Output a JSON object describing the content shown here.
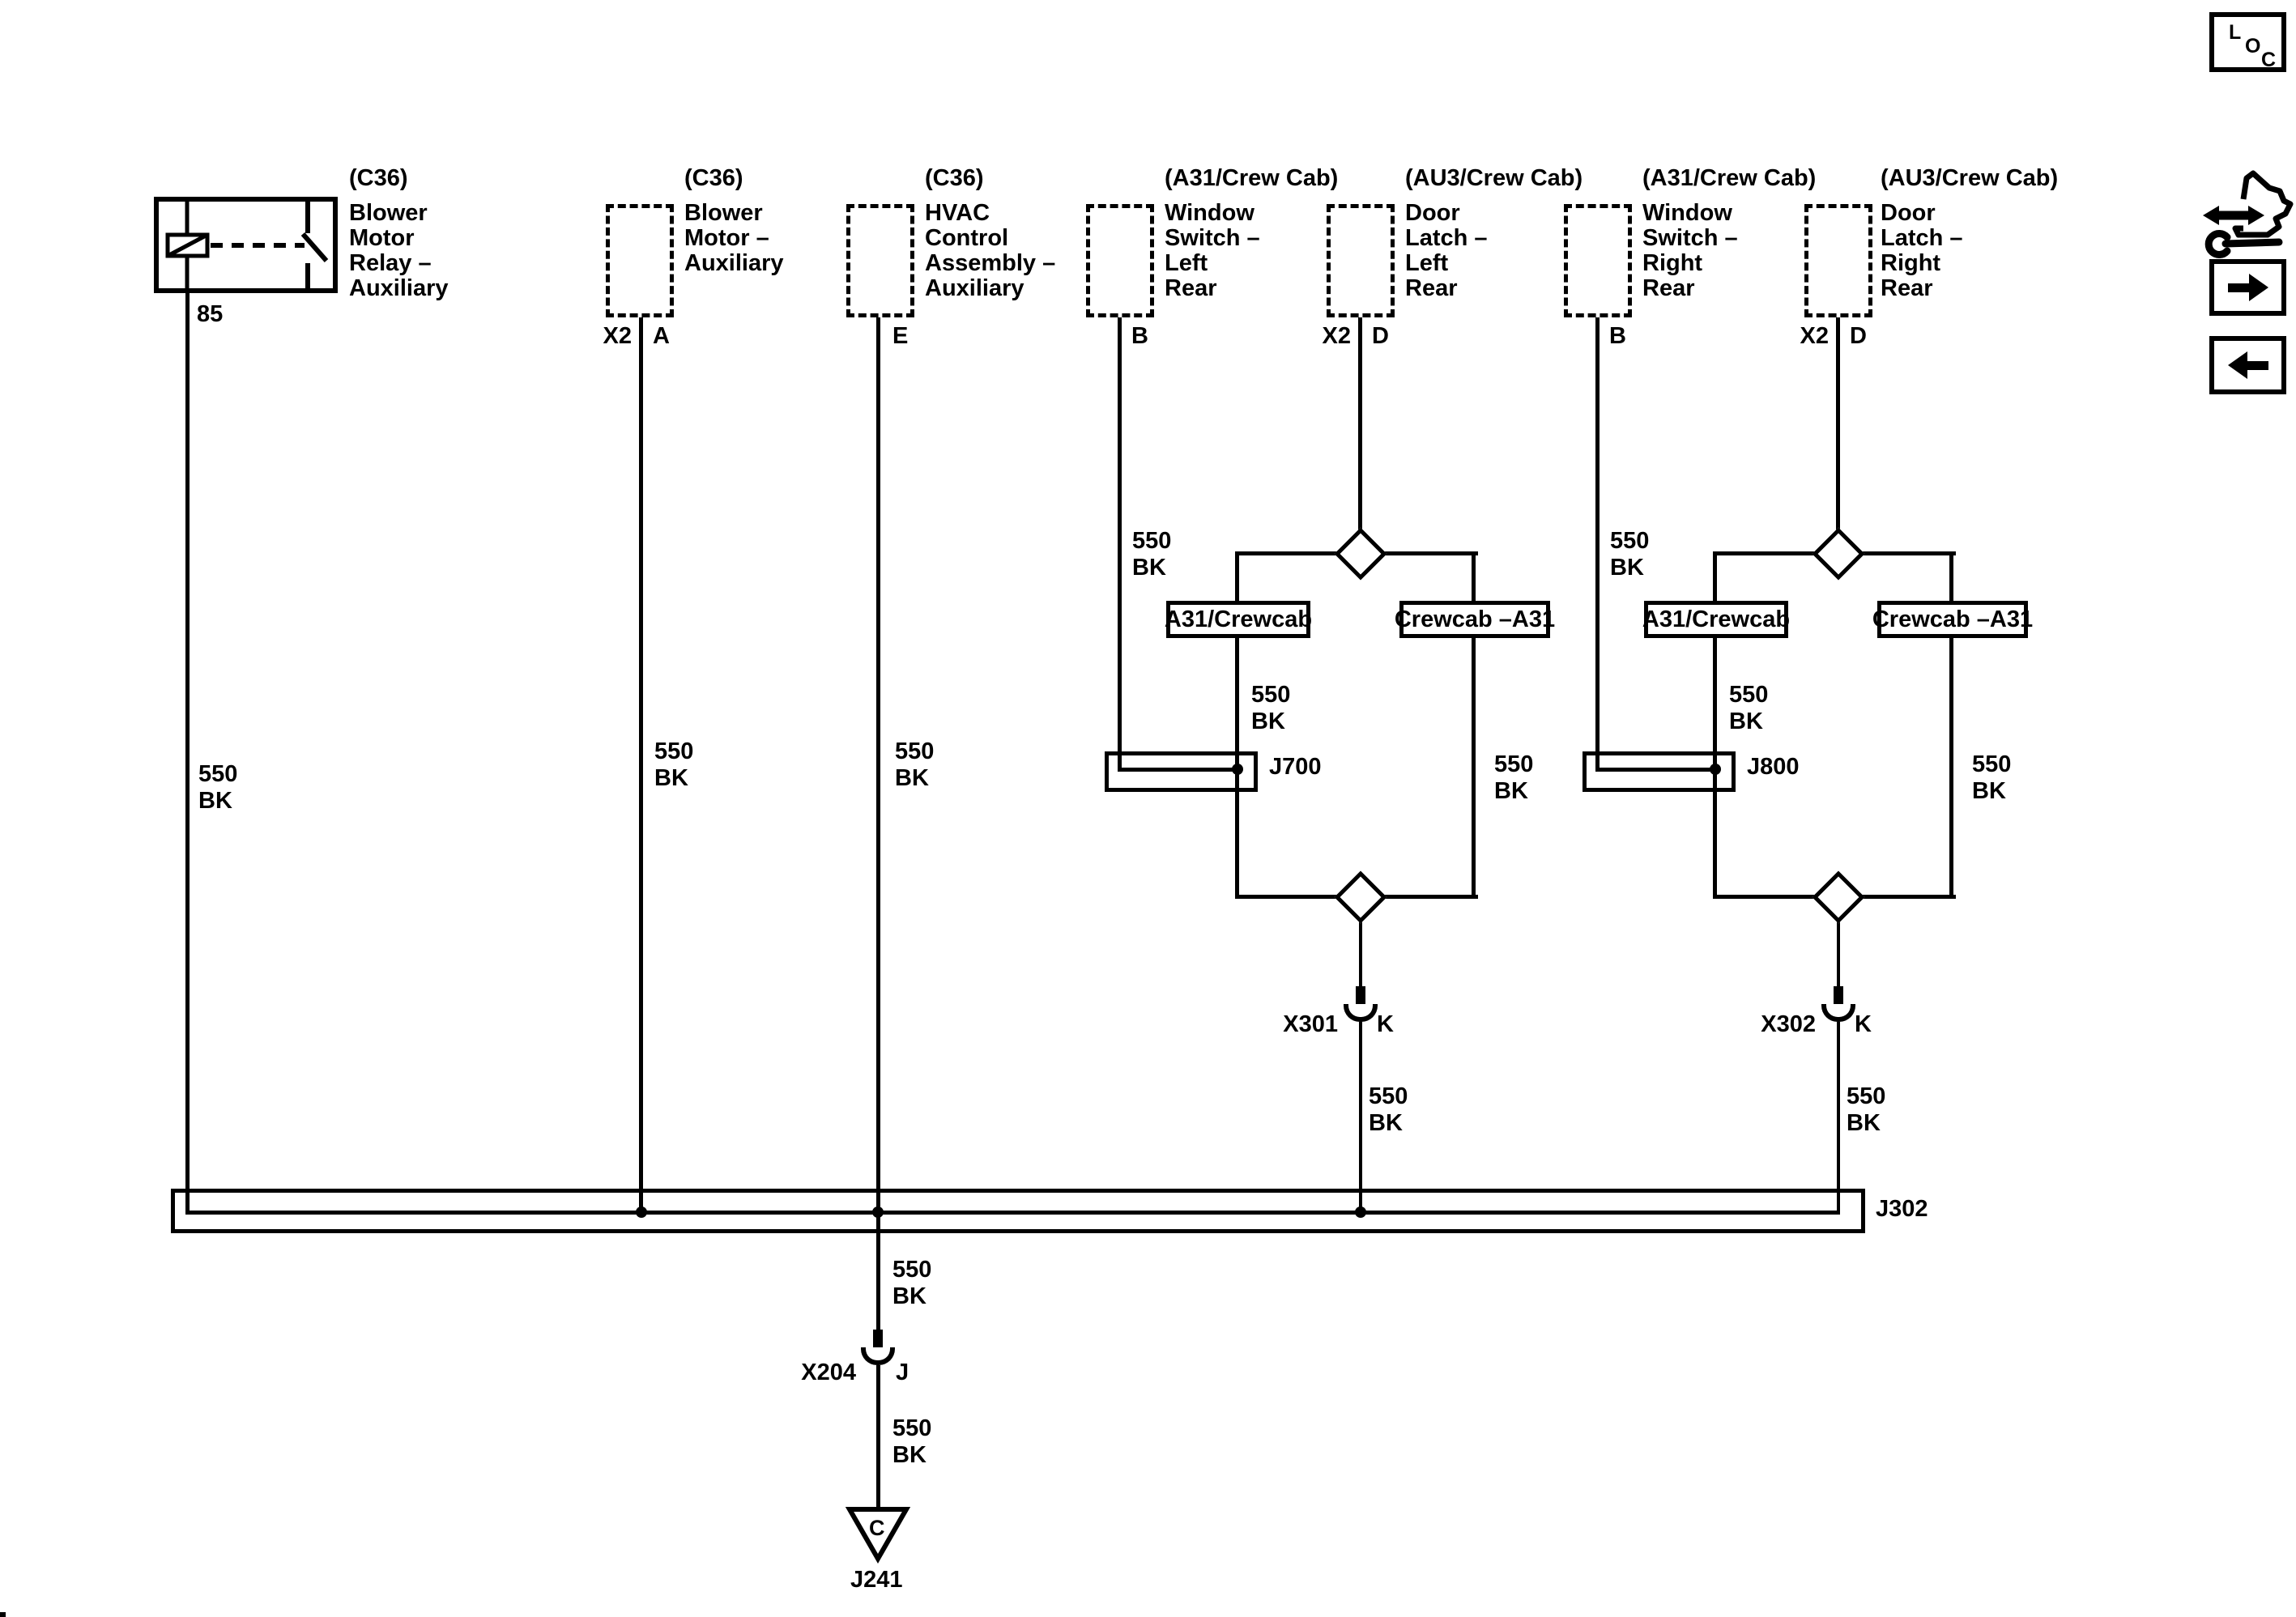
{
  "connectors": {
    "relay": {
      "tag": "(C36)",
      "l1": "Blower",
      "l2": "Motor",
      "l3": "Relay –",
      "l4": "Auxiliary",
      "pin": "85"
    },
    "blower_motor": {
      "tag": "(C36)",
      "l1": "Blower",
      "l2": "Motor –",
      "l3": "Auxiliary",
      "pin_conn": "X2",
      "pin": "A"
    },
    "hvac": {
      "tag": "(C36)",
      "l1": "HVAC",
      "l2": "Control",
      "l3": "Assembly –",
      "l4": "Auxiliary",
      "pin": "E"
    },
    "window_switch_left": {
      "tag": "(A31/Crew Cab)",
      "l1": "Window",
      "l2": "Switch –",
      "l3": "Left",
      "l4": "Rear",
      "pin": "B"
    },
    "door_latch_left": {
      "tag": "(AU3/Crew Cab)",
      "l1": "Door",
      "l2": "Latch –",
      "l3": "Left",
      "l4": "Rear",
      "pin_conn": "X2",
      "pin": "D"
    },
    "window_switch_right": {
      "tag": "(A31/Crew Cab)",
      "l1": "Window",
      "l2": "Switch –",
      "l3": "Right",
      "l4": "Rear",
      "pin": "B"
    },
    "door_latch_right": {
      "tag": "(AU3/Crew Cab)",
      "l1": "Door",
      "l2": "Latch –",
      "l3": "Right",
      "l4": "Rear",
      "pin_conn": "X2",
      "pin": "D"
    }
  },
  "wire": {
    "circuit": "550",
    "color": "BK"
  },
  "options": {
    "a31_crewcab": "A31/Crewcab",
    "crewcab_a31": "Crewcab –A31"
  },
  "splices": {
    "j700": "J700",
    "j800": "J800",
    "j302": "J302"
  },
  "inline_connectors": {
    "x301": {
      "name": "X301",
      "pin": "K"
    },
    "x302": {
      "name": "X302",
      "pin": "K"
    },
    "x204": {
      "name": "X204",
      "pin": "J"
    }
  },
  "ground": {
    "letter": "C",
    "label": "J241"
  },
  "toolbar": {
    "loc": {
      "l": "L",
      "o": "O",
      "c": "C"
    }
  },
  "colors": {
    "line": "#000000",
    "background": "#ffffff"
  }
}
